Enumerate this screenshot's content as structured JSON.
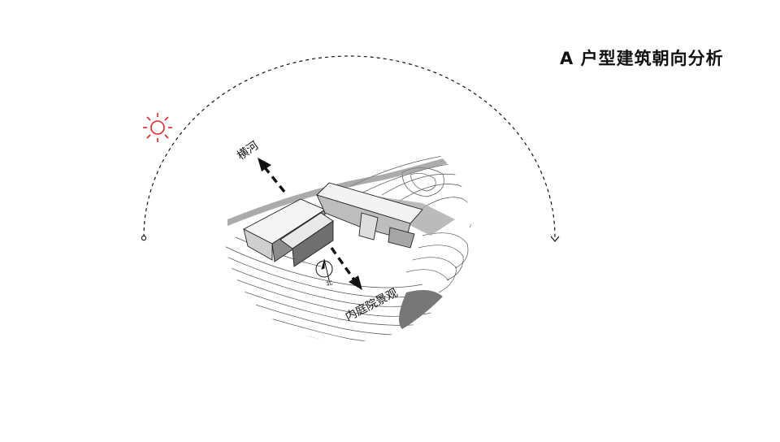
{
  "title": "A 户型建筑朝向分析",
  "labels": {
    "river": "横河",
    "courtyard": "内庭院景观",
    "north_mark": "北"
  },
  "colors": {
    "sun": "#d9262b",
    "line": "#111111",
    "terrain": "#555555"
  },
  "icons": {
    "sun": "sun-icon",
    "north": "north-arrow-icon"
  }
}
